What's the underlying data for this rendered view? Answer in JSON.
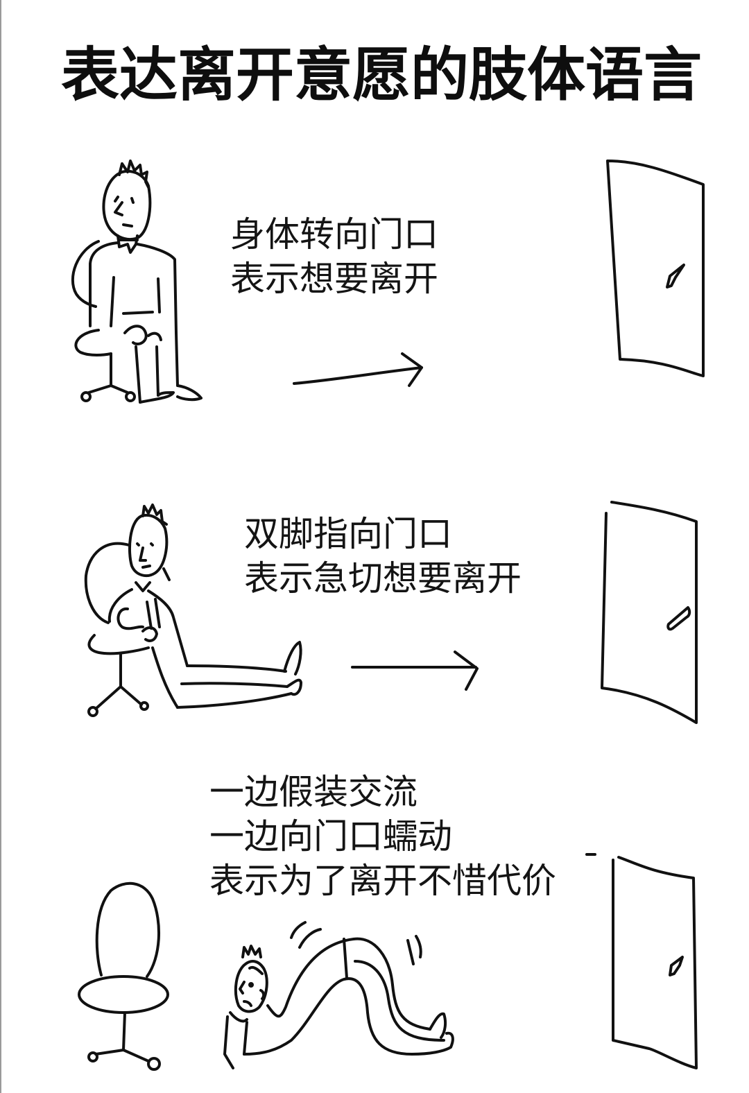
{
  "title": "表达离开意愿的肢体语言",
  "panels": [
    {
      "id": "panel-1",
      "caption_lines": [
        "身体转向门口",
        "表示想要离开"
      ],
      "figure": "person-seated-turned-toward-door",
      "has_arrow": true,
      "has_door": true
    },
    {
      "id": "panel-2",
      "caption_lines": [
        "双脚指向门口",
        "表示急切想要离开"
      ],
      "figure": "person-slumped-feet-pointing-to-door",
      "has_arrow": true,
      "has_door": true
    },
    {
      "id": "panel-3",
      "caption_lines": [
        "一边假装交流",
        "一边向门口蠕动",
        "表示为了离开不惜代价"
      ],
      "figure": "person-inching-on-floor-toward-door",
      "has_arrow": false,
      "has_door": true,
      "has_empty_chair": true
    }
  ],
  "colors": {
    "background": "#ffffff",
    "ink": "#111111"
  }
}
